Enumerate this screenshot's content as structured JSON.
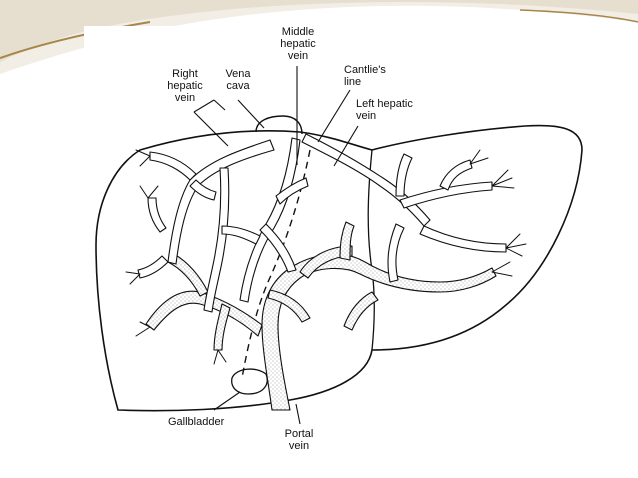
{
  "diagram": {
    "labels": {
      "middle_hepatic_vein": "Middle\nhepatic\nvein",
      "right_hepatic_vein": "Right\nhepatic\nvein",
      "vena_cava": "Vena\ncava",
      "cantlies_line": "Cantlie's\nline",
      "left_hepatic_vein": "Left hepatic\nvein",
      "gallbladder": "Gallbladder",
      "portal_vein": "Portal\nvein"
    },
    "colors": {
      "ink": "#111111",
      "stipple": "#8a8a8a",
      "slide_bg": "#ffffff",
      "wave_light": "#ece7dd",
      "wave_dark": "#cfc3a8",
      "accent": "#a7864a"
    }
  }
}
